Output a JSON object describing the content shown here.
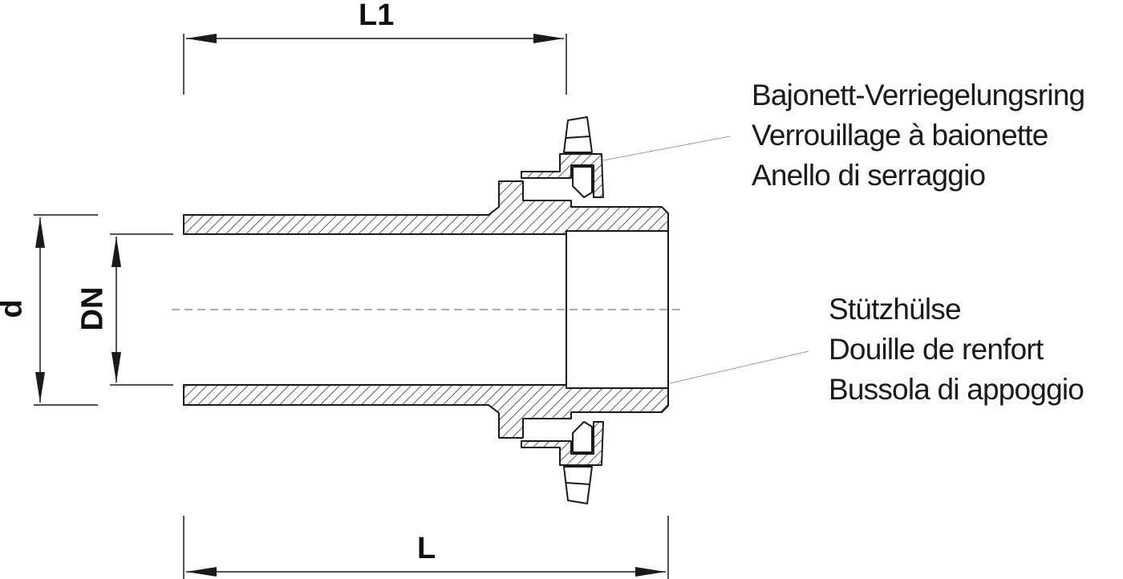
{
  "dimensions": {
    "l1": "L1",
    "l": "L",
    "d": "d",
    "dn": "DN"
  },
  "callouts": {
    "locking_ring": {
      "lines": [
        "Bajonett-Verriegelungsring",
        "Verrouillage à baionette",
        "Anello di serraggio"
      ]
    },
    "support_sleeve": {
      "lines": [
        "Stützhülse",
        "Douille de renfort",
        "Bussola di appoggio"
      ]
    }
  },
  "colors": {
    "line": "#1a1a1a",
    "hatch": "#333333",
    "leader": "#9a9a9a",
    "background": "#ffffff"
  }
}
